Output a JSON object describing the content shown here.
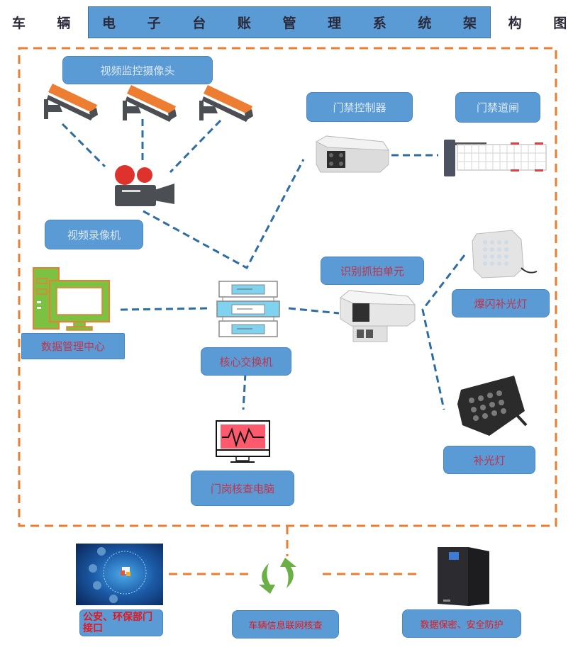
{
  "title": "车 辆 电 子 台 账 管 理 系 统 架 构 图",
  "nodes": {
    "cctv": {
      "label": "视频监控摄像头",
      "icon": "cctv-camera-icon"
    },
    "recorder": {
      "label": "视频录像机",
      "icon": "video-recorder-icon"
    },
    "access_controller": {
      "label": "门禁控制器",
      "icon": "box-camera-icon"
    },
    "barrier_gate": {
      "label": "门禁道闸",
      "icon": "barrier-gate-icon"
    },
    "data_center": {
      "label": "数据管理中心",
      "icon": "desktop-computer-icon"
    },
    "core_switch": {
      "label": "核心交换机",
      "icon": "network-switch-icon"
    },
    "capture_unit": {
      "label": "识别抓拍单元",
      "icon": "capture-camera-icon"
    },
    "strobe_light": {
      "label": "爆闪补光灯",
      "icon": "strobe-light-icon"
    },
    "fill_light": {
      "label": "补光灯",
      "icon": "fill-light-icon"
    },
    "gate_pc": {
      "label": "门岗核查电脑",
      "icon": "monitor-heartbeat-icon"
    },
    "police_interface": {
      "label": "公安、环保部门接口",
      "icon": "webrtc-interface-icon"
    },
    "vehicle_check": {
      "label": "车辆信息联网核查",
      "icon": "sync-arrows-icon"
    },
    "data_security": {
      "label": "数据保密、安全防护",
      "icon": "ups-server-icon"
    }
  },
  "colors": {
    "label_bg": "#5b9bd5",
    "connector_blue": "#2e6ca4",
    "boundary_orange": "#ed7d31",
    "label_red": "#c0334d",
    "bright_red": "#e8161c"
  }
}
